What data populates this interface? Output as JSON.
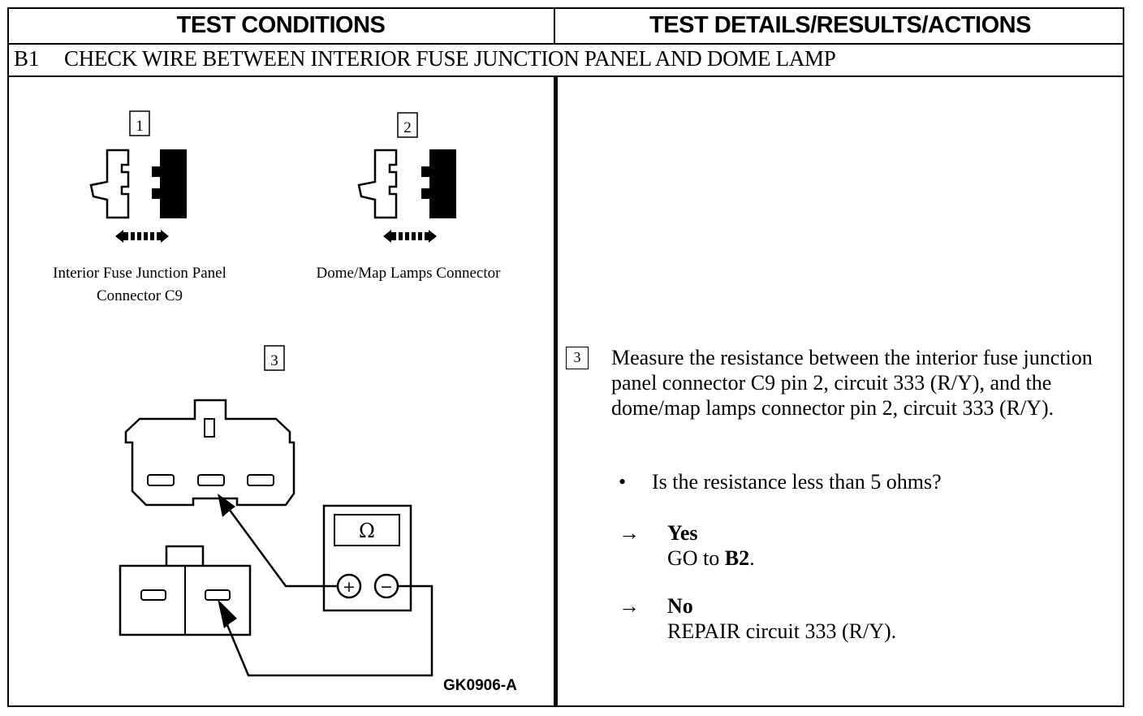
{
  "header": {
    "left_title": "TEST CONDITIONS",
    "right_title": "TEST DETAILS/RESULTS/ACTIONS"
  },
  "step": {
    "id": "B1",
    "title": "CHECK WIRE BETWEEN INTERIOR FUSE JUNCTION PANEL AND DOME LAMP"
  },
  "diagram": {
    "callout_1": "1",
    "callout_2": "2",
    "callout_3": "3",
    "caption_1_line1": "Interior Fuse Junction Panel",
    "caption_1_line2": "Connector C9",
    "caption_2": "Dome/Map Lamps Connector",
    "meter_symbol": "Ω",
    "meter_plus": "+",
    "meter_minus": "−",
    "figure_id": "GK0906-A"
  },
  "details": {
    "step_number": "3",
    "instruction": "Measure the resistance between the interior fuse junction panel connector C9 pin 2, circuit 333 (R/Y), and the dome/map lamps connector pin 2, circuit 333 (R/Y).",
    "bullet": "•",
    "question": "Is the resistance less than 5 ohms?",
    "arrow": "→",
    "yes_label": "Yes",
    "yes_action_prefix": "GO to ",
    "yes_action_target": "B2",
    "yes_action_suffix": ".",
    "no_label": "No",
    "no_action": "REPAIR circuit 333 (R/Y)."
  }
}
